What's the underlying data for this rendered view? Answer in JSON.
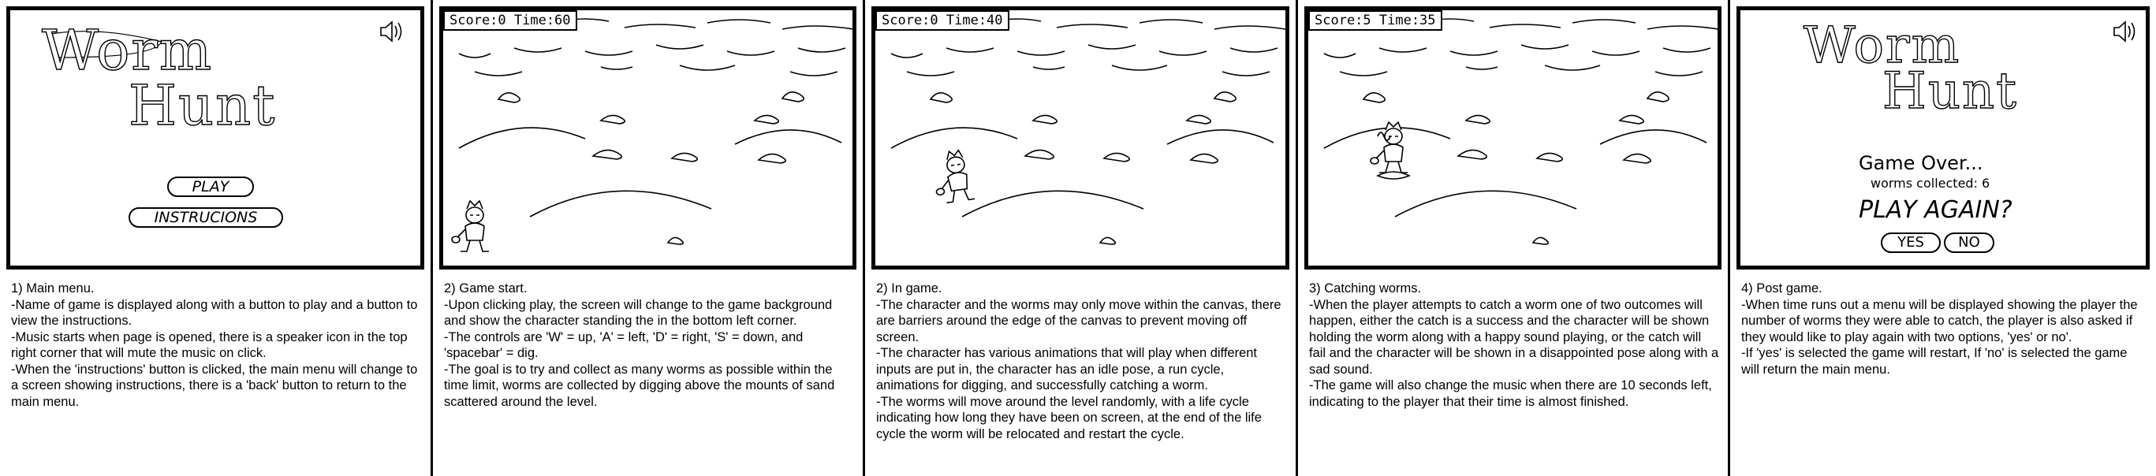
{
  "panels": [
    {
      "id": "main-menu",
      "title": "1) Main menu.",
      "bullets": [
        "-Name of game is displayed along with a button to play and a button to view the instructions.",
        "-Music starts when page is opened, there is a speaker icon in the top right corner that will mute the music on click.",
        "-When the 'instructions' button is clicked, the main menu will change to a screen showing instructions, there is a 'back' button to return to the main menu."
      ],
      "logo_line1": "Worm",
      "logo_line2": "Hunt",
      "play_button": "PLAY",
      "instructions_button": "INSTRUCIONS"
    },
    {
      "id": "game-start",
      "title": "2) Game start.",
      "bullets": [
        "-Upon clicking play, the screen will change to the game background and show the character standing the in the bottom left corner.",
        "-The controls are 'W' = up, 'A' = left, 'D' = right, 'S' = down, and 'spacebar' = dig.",
        "-The goal is to try and collect as many worms as possible within the time limit, worms are collected by digging above the mounts of sand scattered around the level."
      ],
      "hud": "Score:0 Time:60"
    },
    {
      "id": "in-game",
      "title": "2) In game.",
      "bullets": [
        "-The character and the worms may only move within the canvas, there are barriers around the edge of the canvas to prevent moving off screen.",
        "-The character has various animations that will play when different inputs are put in, the character has an idle pose, a run cycle, animations for digging, and successfully catching a worm.",
        "-The worms will move around the level randomly, with a life cycle indicating how long they have been on screen, at the end of the life cycle the worm will be relocated and restart the cycle."
      ],
      "hud": "Score:0 Time:40"
    },
    {
      "id": "catching-worms",
      "title": "3) Catching worms.",
      "bullets": [
        "-When the player attempts to catch a worm one of two outcomes will happen, either the catch is a success and the character will be shown holding the worm along with a happy sound playing, or the catch will fail and the character will be shown in a disappointed pose along with a sad sound.",
        "-The game will also change the music when there are 10 seconds left, indicating to the player that their time is almost finished."
      ],
      "hud": "Score:5 Time:35"
    },
    {
      "id": "post-game",
      "title": "4) Post game.",
      "bullets": [
        "-When time runs out a menu will be displayed showing the player the number of worms they were able to catch, the player is also asked if they would like to play again with two options, 'yes' or no'.",
        "-If 'yes' is selected the game will restart, If 'no' is selected the game will return the main menu."
      ],
      "logo_line1": "Worm",
      "logo_line2": "Hunt",
      "game_over": "Game Over...",
      "worms_collected": "worms collected: 6",
      "play_again": "PLAY AGAIN?",
      "yes_button": "YES",
      "no_button": "NO"
    }
  ]
}
